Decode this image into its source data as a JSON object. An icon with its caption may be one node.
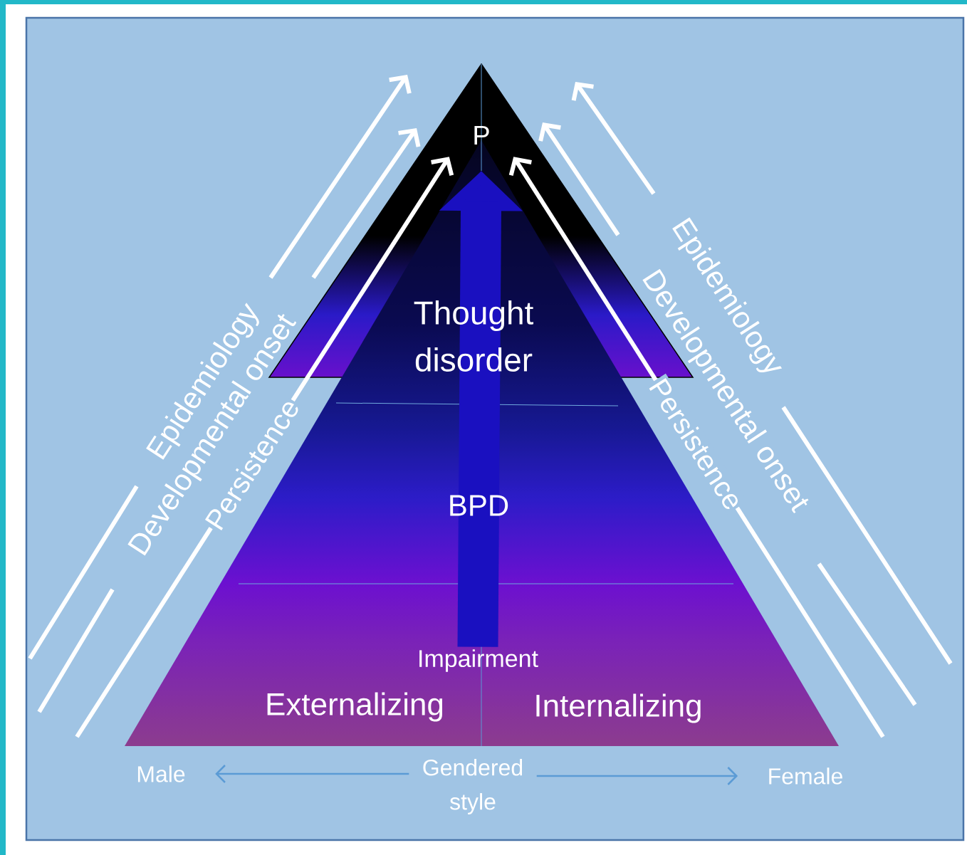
{
  "diagram": {
    "nodes": [
      {
        "text": [
          "P"
        ]
      },
      {
        "text": [
          "Thought disorder"
        ]
      },
      {
        "text": [
          "BPD"
        ]
      },
      {
        "text": [
          "Impairment",
          "Externalizing",
          "Internalizing"
        ]
      },
      {
        "text": [
          "Male"
        ]
      },
      {
        "text": [
          "Gendered style"
        ]
      },
      {
        "text": [
          "Female"
        ]
      }
    ],
    "edges": [
      {
        "from": 3,
        "to": 0,
        "arrow": "to",
        "style": "thick",
        "color": "#1a10c0"
      },
      {
        "from": null,
        "to": 0,
        "arrow": "to",
        "label": "Persistence",
        "color": "#ffffff"
      },
      {
        "from": null,
        "to": 0,
        "arrow": "to",
        "label": "Persistence",
        "color": "#ffffff"
      },
      {
        "from": 5,
        "to": 4,
        "arrow": "to",
        "color": "#5b9bd5"
      },
      {
        "from": 5,
        "to": 6,
        "arrow": "to",
        "color": "#5b9bd5"
      }
    ],
    "labels": [
      "Epidemiology",
      "Developmental onset",
      "Epidemiology",
      "Developmental onset"
    ]
  }
}
